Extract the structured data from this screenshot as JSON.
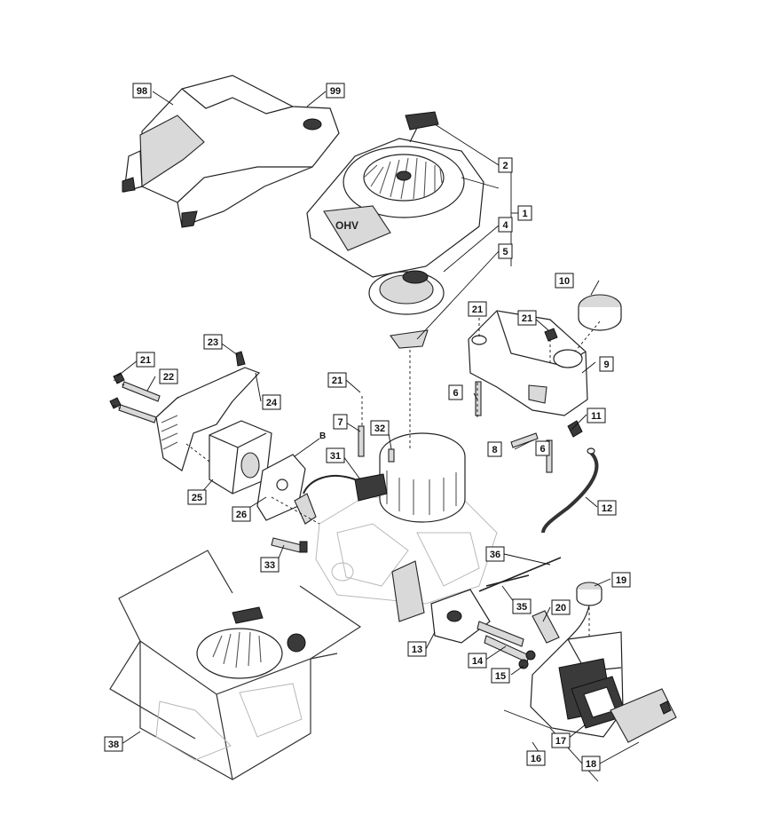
{
  "diagram": {
    "callouts": [
      "1",
      "2",
      "4",
      "5",
      "6",
      "6",
      "7",
      "8",
      "9",
      "10",
      "11",
      "12",
      "13",
      "14",
      "15",
      "16",
      "17",
      "18",
      "19",
      "20",
      "21",
      "21",
      "21",
      "21",
      "22",
      "23",
      "24",
      "25",
      "26",
      "31",
      "32",
      "33",
      "35",
      "36",
      "38",
      "98",
      "99"
    ],
    "marker": "B",
    "logo_text": "OHV"
  }
}
